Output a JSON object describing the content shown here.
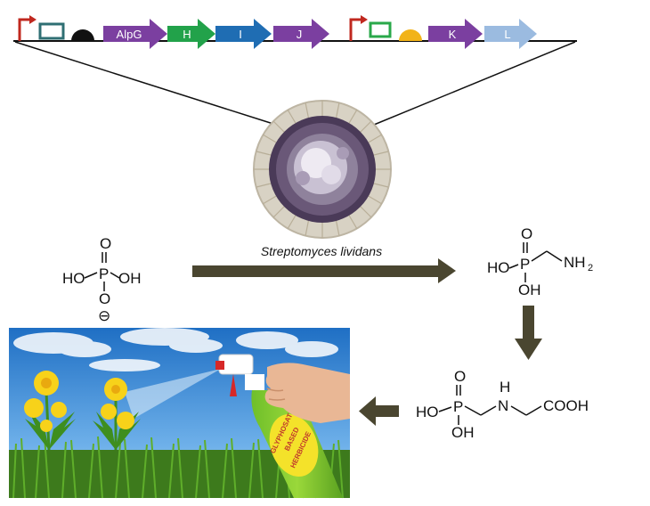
{
  "gene_cluster": {
    "genes": [
      "AlpG",
      "H",
      "I",
      "J",
      "K",
      "L"
    ],
    "colors": {
      "promoter": "#c0281f",
      "rbs_box_1": "#2f6f73",
      "rbs_box_2": "#29a84a",
      "terminator_1": "#111111",
      "terminator_2": "#f2b318",
      "AlpG": "#7b3fa0",
      "H": "#22a24a",
      "I": "#1f6db3",
      "J": "#7b3fa0",
      "K": "#7b3fa0",
      "L": "#9bbbe0",
      "process_arrow": "#4a4630"
    }
  },
  "organism": {
    "label": "Streptomyces lividans"
  },
  "molecules": {
    "phosphite": {
      "o_top": "O",
      "p": "P",
      "ho": "HO",
      "oh": "OH",
      "o_bottom": "O",
      "charge": "⊖"
    },
    "aminomethylphosphonate": {
      "o_top": "O",
      "p": "P",
      "ho": "HO",
      "oh": "OH",
      "nh2": "NH",
      "nh2_sub": "2"
    },
    "glyphosate": {
      "o_top": "O",
      "p": "P",
      "ho": "HO",
      "oh": "OH",
      "h": "H",
      "n": "N",
      "cooh": "COOH"
    }
  },
  "bottle": {
    "label_lines": [
      "GLYPHOSATE-",
      "BASED",
      "HERBICIDE"
    ]
  }
}
